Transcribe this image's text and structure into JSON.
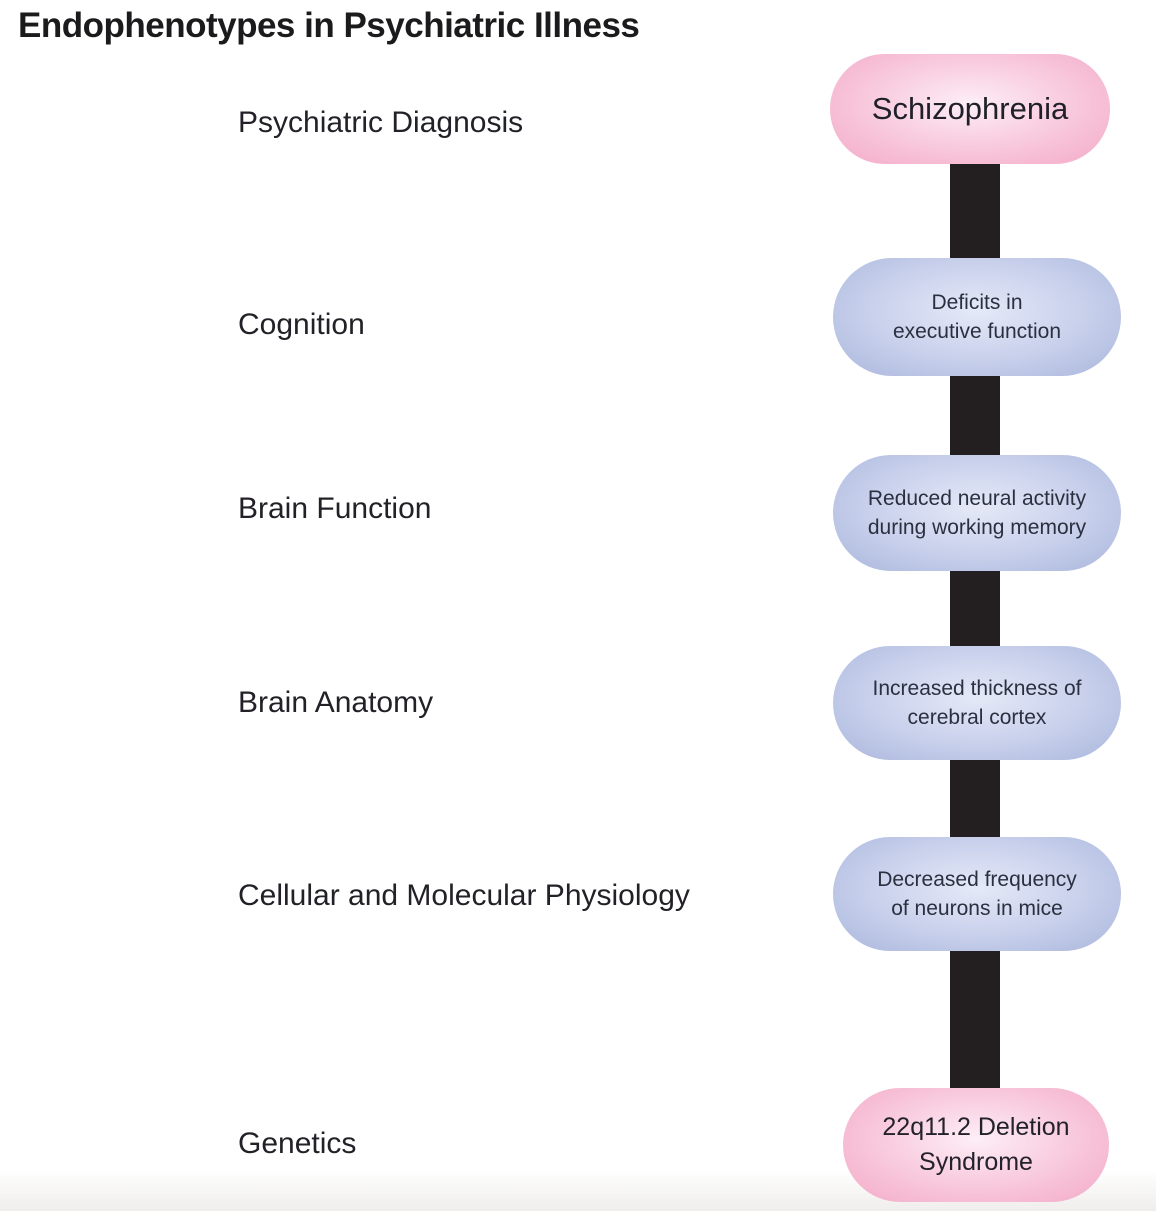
{
  "title": "Endophenotypes in Psychiatric Illness",
  "colors": {
    "pink-edge": "#f3a9c8",
    "pink-mid": "#f8c7db",
    "pink-center": "#fdeef6",
    "blue-edge": "#a9b6dc",
    "blue-mid": "#c7cfeb",
    "blue-center": "#e5e9f7",
    "bar-color": "#231f20",
    "text-dark": "#1f1f23",
    "node-text": "#2b3040"
  },
  "rows": [
    {
      "label": "Psychiatric Diagnosis",
      "node": {
        "type": "pink",
        "lines": [
          "Schizophrenia"
        ]
      }
    },
    {
      "label": "Cognition",
      "node": {
        "type": "blue",
        "lines": [
          "Deficits in",
          "executive function"
        ]
      }
    },
    {
      "label": "Brain Function",
      "node": {
        "type": "blue",
        "lines": [
          "Reduced neural activity",
          "during working memory"
        ]
      }
    },
    {
      "label": "Brain Anatomy",
      "node": {
        "type": "blue",
        "lines": [
          "Increased thickness of",
          "cerebral cortex"
        ]
      }
    },
    {
      "label": "Cellular and Molecular Physiology",
      "node": {
        "type": "blue",
        "lines": [
          "Decreased frequency",
          "of neurons in mice"
        ]
      }
    },
    {
      "label": "Genetics",
      "node": {
        "type": "pink",
        "lines": [
          "22q11.2 Deletion",
          "Syndrome"
        ]
      }
    }
  ]
}
